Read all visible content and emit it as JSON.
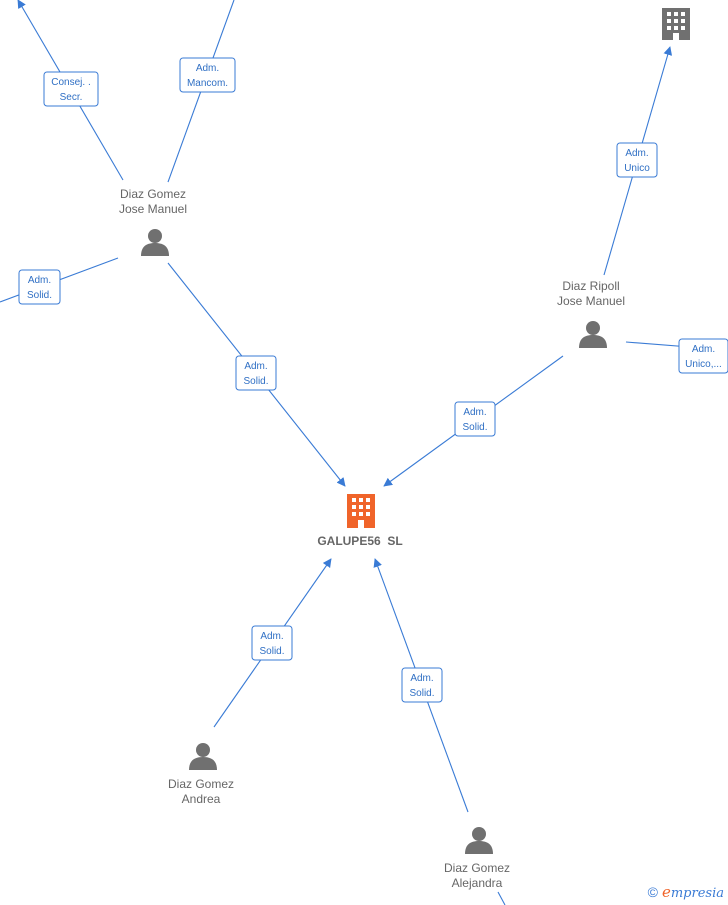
{
  "nodes": {
    "main": {
      "name": "GALUPE56  SL",
      "color": "#f0642a"
    },
    "jose_manuel_gomez": {
      "line1": "Diaz Gomez",
      "line2": "Jose Manuel"
    },
    "jose_manuel_ripoll": {
      "line1": "Diaz Ripoll",
      "line2": "Jose Manuel"
    },
    "andrea": {
      "line1": "Diaz Gomez",
      "line2": "Andrea"
    },
    "alejandra": {
      "line1": "Diaz Gomez",
      "line2": "Alejandra"
    }
  },
  "roles": {
    "consej_secr": {
      "line1": "Consej. .",
      "line2": "Secr."
    },
    "adm_mancom": {
      "line1": "Adm.",
      "line2": "Mancom."
    },
    "adm_solid_left": {
      "line1": "Adm.",
      "line2": "Solid."
    },
    "adm_solid_gomez": {
      "line1": "Adm.",
      "line2": "Solid."
    },
    "adm_unico": {
      "line1": "Adm.",
      "line2": "Unico"
    },
    "adm_unico_ellipsis": {
      "line1": "Adm.",
      "line2": "Unico,..."
    },
    "adm_solid_ripoll": {
      "line1": "Adm.",
      "line2": "Solid."
    },
    "adm_solid_andrea": {
      "line1": "Adm.",
      "line2": "Solid."
    },
    "adm_solid_alejandra": {
      "line1": "Adm.",
      "line2": "Solid."
    }
  },
  "brand": {
    "symbol": "©",
    "initial": "e",
    "rest": "mpresia"
  },
  "colors": {
    "edge": "#3a7bd5",
    "person": "#707070",
    "building": "#707070",
    "main_building": "#f0642a"
  }
}
